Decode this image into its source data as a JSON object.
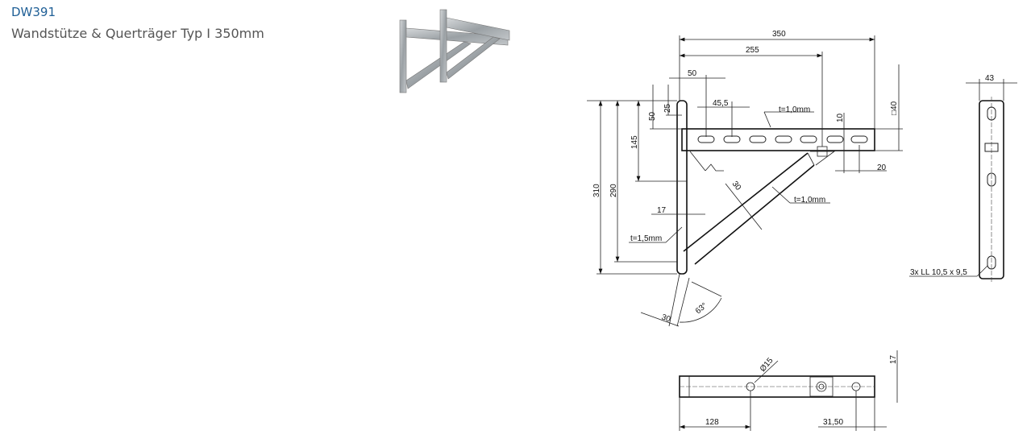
{
  "product": {
    "code": "DW391",
    "title": "Wandstütze & Querträger Typ I 350mm"
  },
  "drawing": {
    "dims": {
      "d350": "350",
      "d255": "255",
      "d50h": "50",
      "d45_5": "45,5",
      "d25": "25",
      "d50v": "50",
      "d145": "145",
      "d290": "290",
      "d310": "310",
      "d10": "10",
      "d40": "□40",
      "d20": "20",
      "d30diag": "30",
      "d17": "17",
      "d63": "63°",
      "d30foot": "30",
      "d43": "43",
      "d15": "Ø15",
      "d17b": "17",
      "d128": "128",
      "d31_50": "31,50"
    },
    "notes": {
      "t_beam": "t=1,0mm",
      "t_brace": "t=1,0mm",
      "t_wall": "t=1,5mm",
      "holes": "3x LL 10,5 x 9,5"
    }
  },
  "colors": {
    "code": "#1f5f96",
    "title": "#555555"
  }
}
